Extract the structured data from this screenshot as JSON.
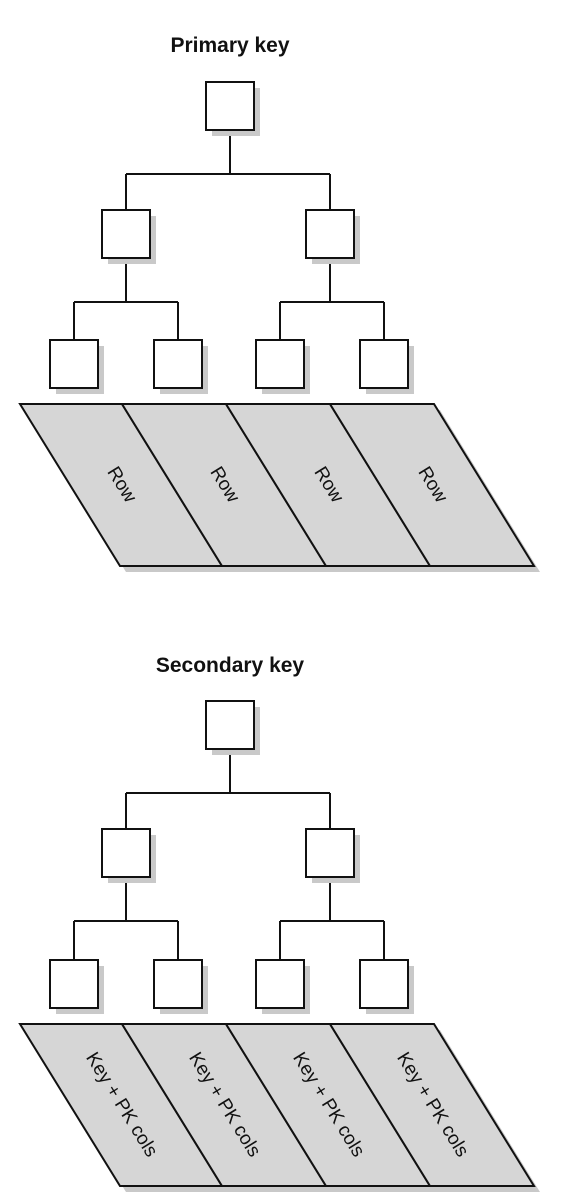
{
  "diagram": {
    "colors": {
      "line": "#111111",
      "node_fill": "#ffffff",
      "leaf_fill": "#d6d6d6",
      "shadow": "#c9c9c9",
      "background": "#ffffff"
    },
    "trees": [
      {
        "title": "Primary key",
        "leaves": [
          "Row",
          "Row",
          "Row",
          "Row"
        ]
      },
      {
        "title": "Secondary key",
        "leaves": [
          "Key + PK cols",
          "Key + PK cols",
          "Key + PK cols",
          "Key + PK cols"
        ]
      }
    ]
  }
}
